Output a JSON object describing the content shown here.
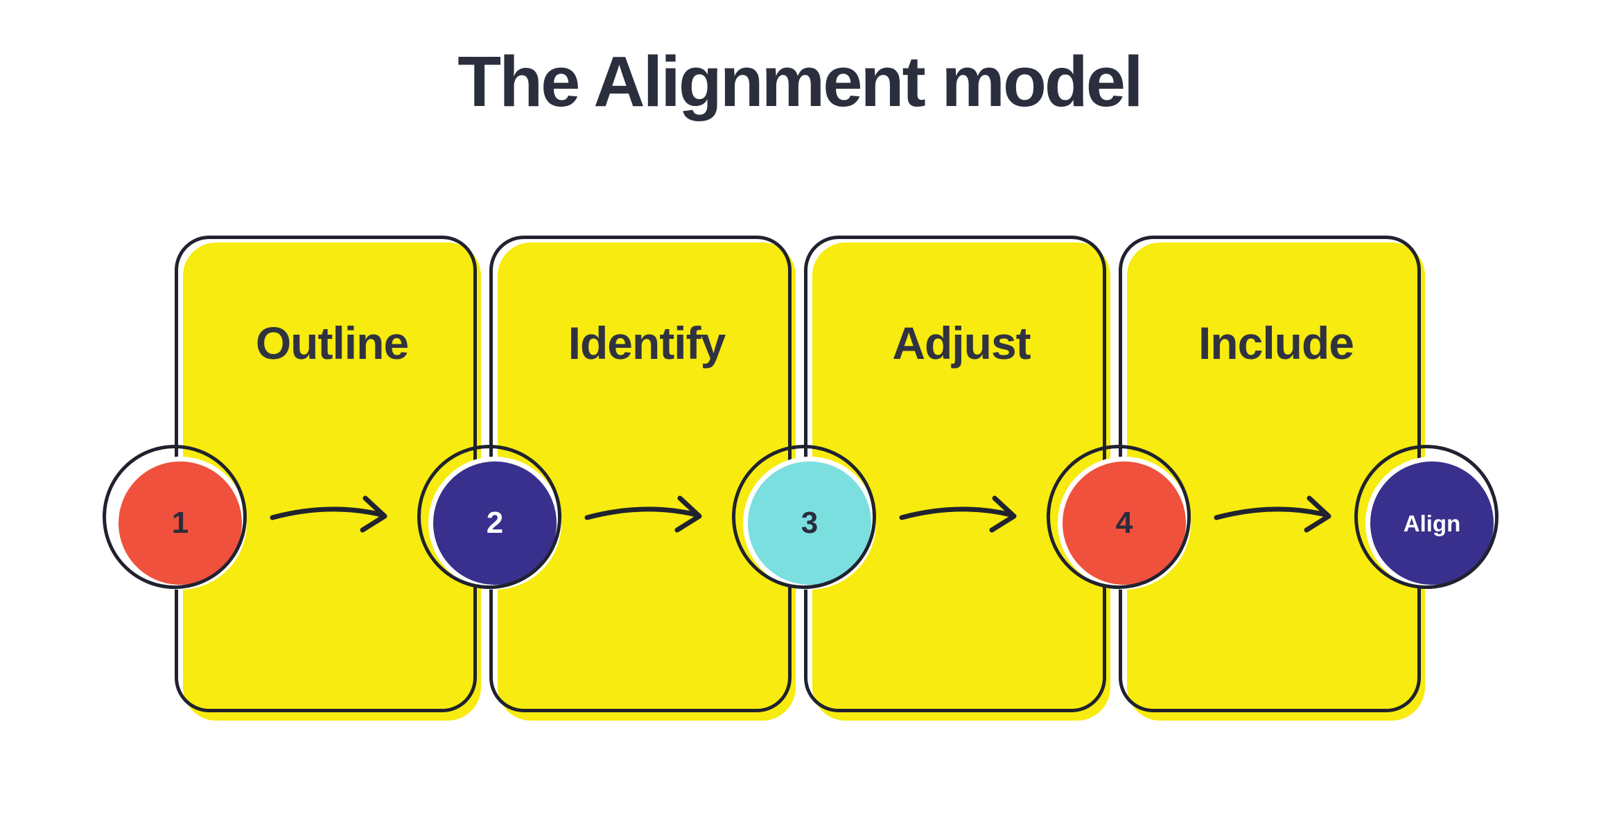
{
  "title": "The Alignment model",
  "steps": [
    {
      "label": "Outline"
    },
    {
      "label": "Identify"
    },
    {
      "label": "Adjust"
    },
    {
      "label": "Include"
    }
  ],
  "circles": [
    {
      "label": "1",
      "color": "#f0513c",
      "text_color": "#2a2c3d"
    },
    {
      "label": "2",
      "color": "#38308c",
      "text_color": "#ffffff"
    },
    {
      "label": "3",
      "color": "#7bdfe0",
      "text_color": "#2a2c3d"
    },
    {
      "label": "4",
      "color": "#f0513c",
      "text_color": "#2a2c3d"
    },
    {
      "label": "Align",
      "color": "#38308c",
      "text_color": "#ffffff"
    }
  ],
  "colors": {
    "background": "#ffffff",
    "card_fill": "#f7eb0f",
    "outline": "#20222f",
    "title_text": "#2b2e3d",
    "card_label_text": "#30333f",
    "circle_ring": "#ffffff"
  }
}
